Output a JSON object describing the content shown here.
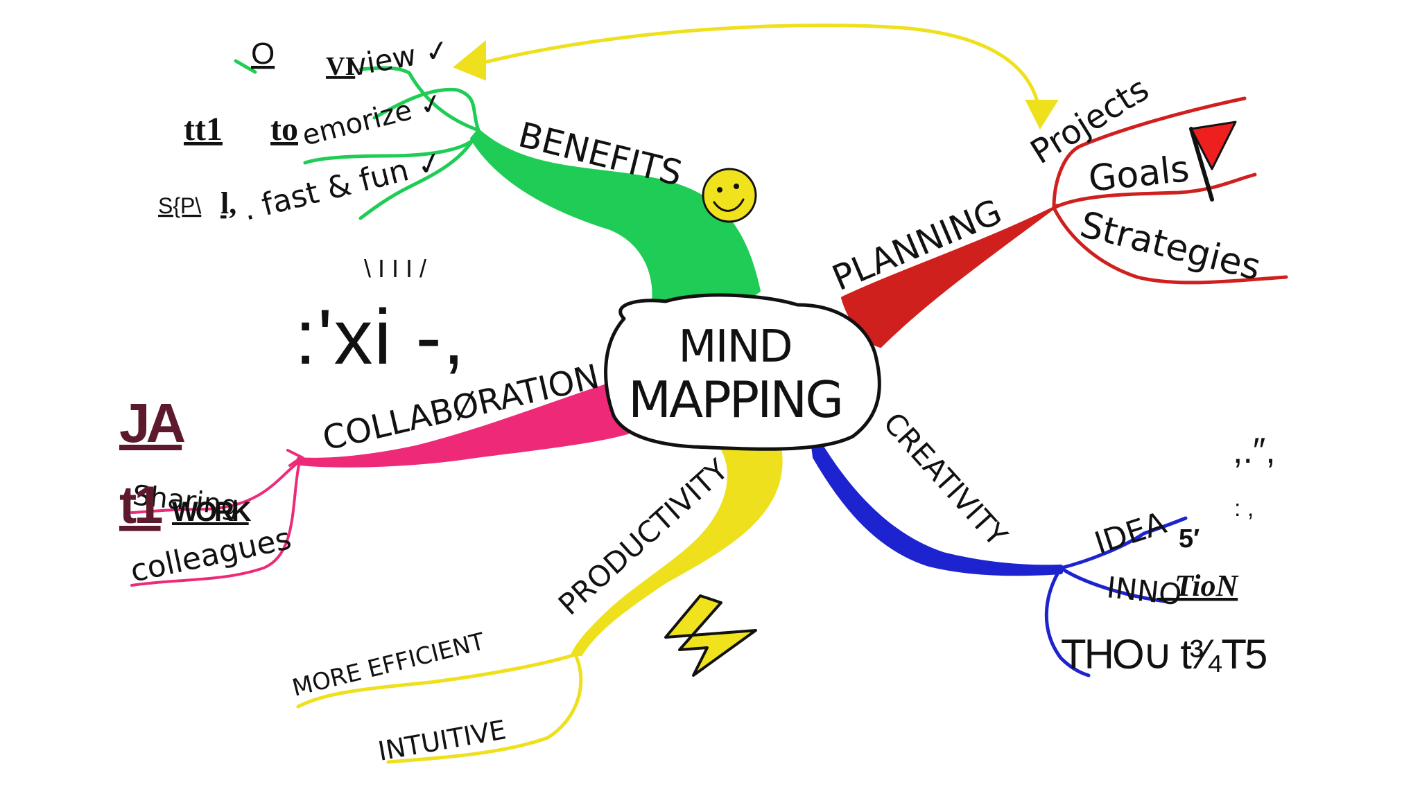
{
  "center": {
    "line1": "MIND",
    "line2": "MAPPING"
  },
  "branches": {
    "benefits": {
      "label": "BENEFITS",
      "color": "#1fcc55"
    },
    "planning": {
      "label": "PLANNING",
      "color": "#d0201e"
    },
    "creativity": {
      "label": "CREATIVITY",
      "color": "#1c23cf"
    },
    "productivity": {
      "label": "PRODUCTIVITY",
      "color": "#eee01c"
    },
    "collaboration": {
      "label": "COLLABØRATION",
      "color": "#ee2a78"
    }
  },
  "benefits_items": {
    "view": "view ✓",
    "view_artifact": "VI",
    "view_prefix": "O",
    "memorize": "emorize ✓",
    "memorize_prefix_tt1": "tt1",
    "memorize_prefix_to": "to",
    "fun": ". fast & fun ✓",
    "fun_prefix_sp": "S{P\\",
    "fun_prefix_l": "l,"
  },
  "planning_items": {
    "projects": "Projects",
    "goals": "Goals",
    "strategies": "Strategies"
  },
  "creativity_items": {
    "ideas": "IDEA",
    "ideas_num": "5′",
    "innovation": "INNO",
    "innovation_suffix": "_TioN",
    "thoughts": "THO∪ t³⁄₄T5",
    "dots_1": ",.″,",
    "dots_2": ":  ,"
  },
  "productivity_items": {
    "efficient": "MORE EFFICIENT",
    "intuitive": "INTUITIVE"
  },
  "collaboration_items": {
    "sharing": "Sharing",
    "colleagues": "colleagues",
    "ja": "JA",
    "t1": "t1",
    "work": "WORK"
  },
  "ocr_artifacts": {
    "big": ":'xi -,",
    "small": "\\ I  I   I /"
  },
  "icons": [
    "smiley-icon",
    "flag-icon",
    "lightning-icon",
    "check-icon"
  ]
}
